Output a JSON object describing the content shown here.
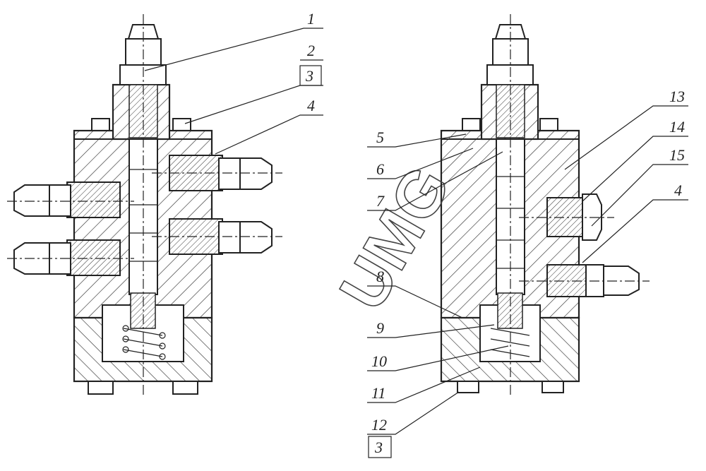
{
  "watermark": "UMG",
  "left_view": {
    "callouts": [
      {
        "label": "1"
      },
      {
        "label": "2"
      },
      {
        "label": "3",
        "boxed": true
      },
      {
        "label": "4"
      }
    ]
  },
  "right_view": {
    "callouts_left": [
      {
        "label": "5"
      },
      {
        "label": "6"
      },
      {
        "label": "7"
      },
      {
        "label": "8"
      },
      {
        "label": "9"
      },
      {
        "label": "10"
      },
      {
        "label": "11"
      },
      {
        "label": "12"
      },
      {
        "label": "3",
        "boxed": true
      }
    ],
    "callouts_right": [
      {
        "label": "13"
      },
      {
        "label": "14"
      },
      {
        "label": "15"
      },
      {
        "label": "4"
      }
    ]
  }
}
